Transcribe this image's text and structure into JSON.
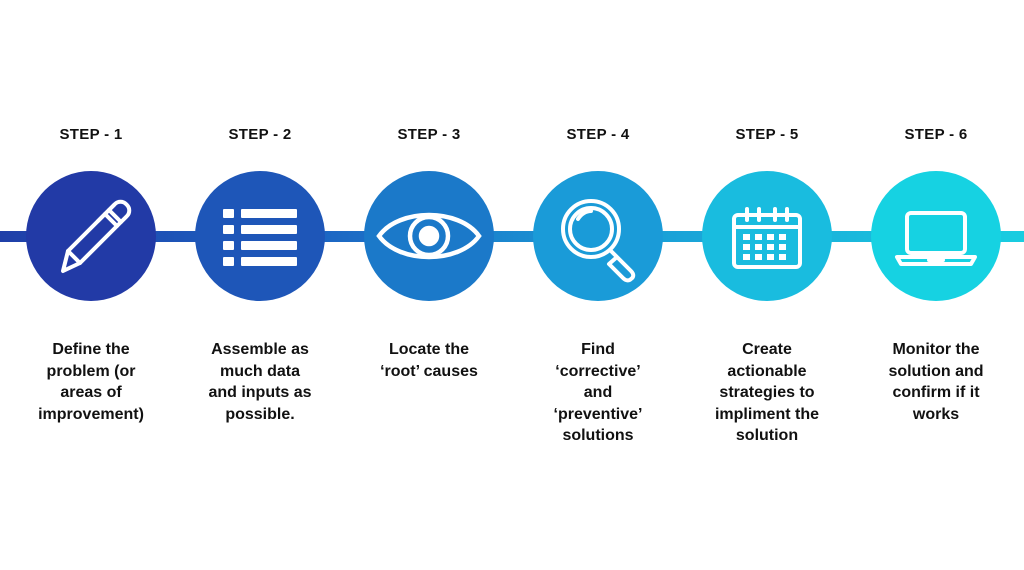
{
  "colors": {
    "step1": "#223aa6",
    "step2": "#1e56b8",
    "step3": "#1b79c9",
    "step4": "#1a9bd8",
    "step5": "#19bcdf",
    "step6": "#16d2e2",
    "text": "#111111"
  },
  "steps": [
    {
      "label": "STEP - 1",
      "icon": "pen-icon",
      "description_lines": [
        "Define the",
        "problem (or",
        "areas of",
        "improvement)"
      ]
    },
    {
      "label": "STEP - 2",
      "icon": "list-icon",
      "description_lines": [
        "Assemble as",
        "much data",
        "and inputs as",
        "possible."
      ]
    },
    {
      "label": "STEP - 3",
      "icon": "eye-icon",
      "description_lines": [
        "Locate the",
        "‘root’ causes"
      ]
    },
    {
      "label": "STEP - 4",
      "icon": "magnifier-icon",
      "description_lines": [
        "Find",
        "‘corrective’",
        "and",
        "‘preventive’",
        "solutions"
      ]
    },
    {
      "label": "STEP - 5",
      "icon": "calendar-icon",
      "description_lines": [
        "Create",
        "actionable",
        "strategies to",
        "impliment the",
        "solution"
      ]
    },
    {
      "label": "STEP - 6",
      "icon": "laptop-icon",
      "description_lines": [
        "Monitor the",
        "solution and",
        "confirm if it",
        "works"
      ]
    }
  ]
}
